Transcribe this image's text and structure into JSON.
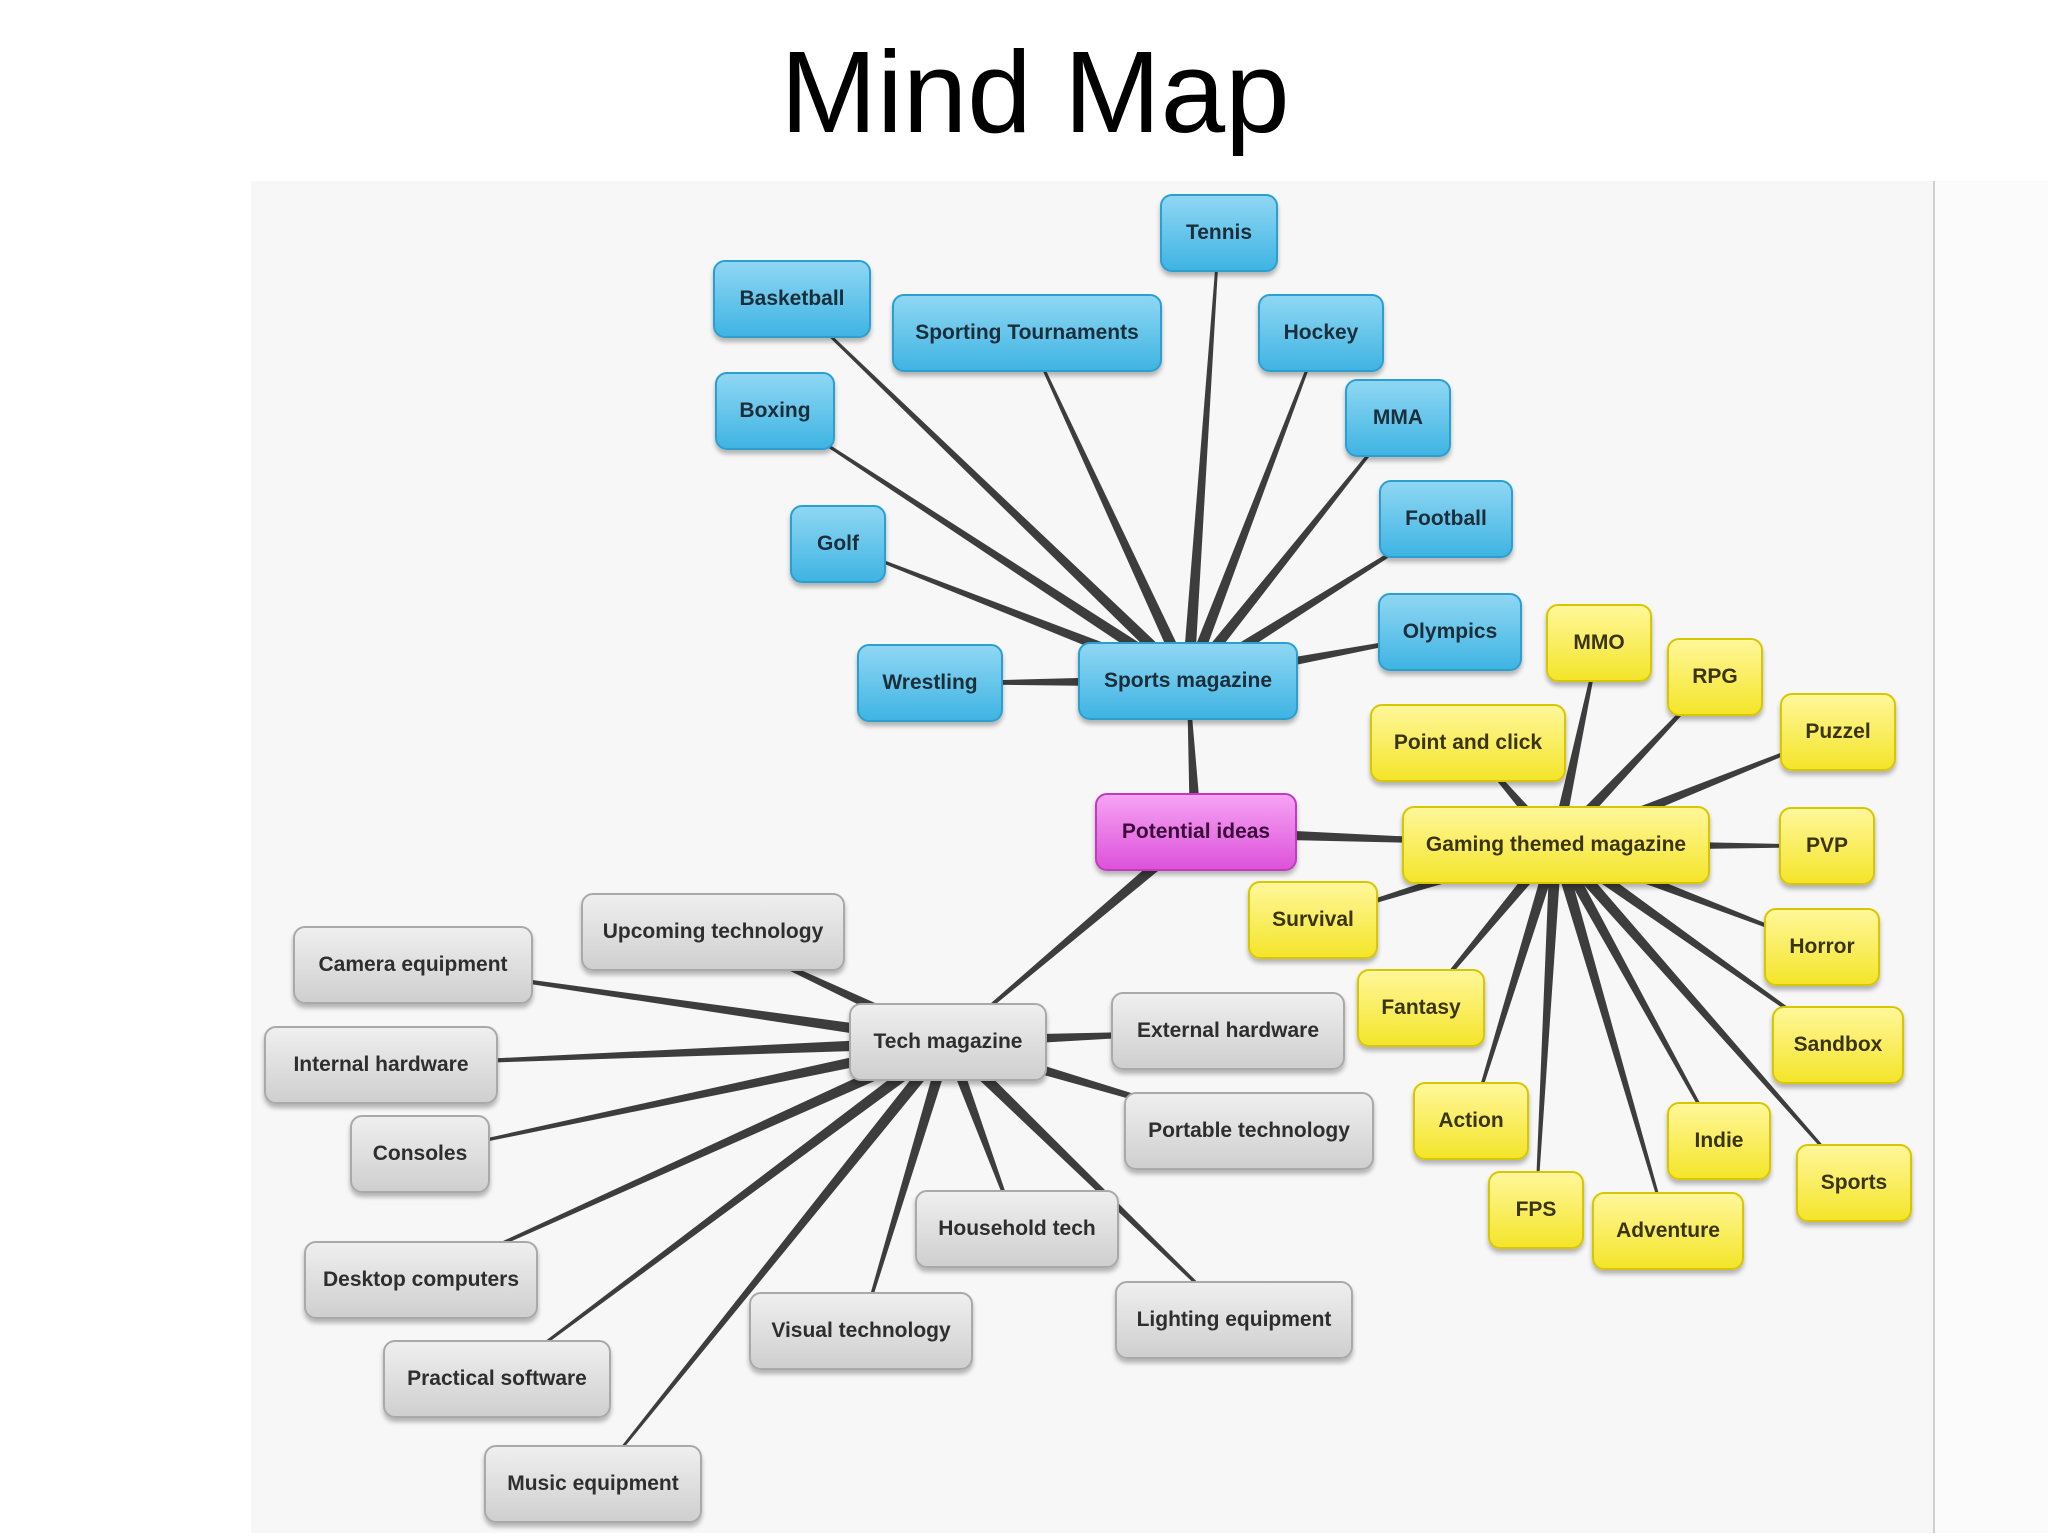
{
  "title": "Mind Map",
  "colors": {
    "sports": "#4dbbe8",
    "gaming": "#f7ea3a",
    "tech": "#d6d6d6",
    "root": "#e063dd",
    "edge": "#3d3d3d",
    "panel": "#f7f7f7"
  },
  "diagram": {
    "root": "Potential ideas",
    "branches": [
      {
        "label": "Sports magazine",
        "theme": "blue",
        "children": [
          "Tennis",
          "Basketball",
          "Sporting Tournaments",
          "Hockey",
          "Boxing",
          "MMA",
          "Golf",
          "Football",
          "Olympics",
          "Wrestling"
        ]
      },
      {
        "label": "Gaming themed magazine",
        "theme": "yellow",
        "children": [
          "MMO",
          "RPG",
          "Point and click",
          "Puzzel",
          "PVP",
          "Survival",
          "Horror",
          "Fantasy",
          "Sandbox",
          "Action",
          "Indie",
          "Sports",
          "FPS",
          "Adventure"
        ]
      },
      {
        "label": "Tech magazine",
        "theme": "gray",
        "children": [
          "Upcoming technology",
          "Camera equipment",
          "External hardware",
          "Internal hardware",
          "Portable technology",
          "Consoles",
          "Household tech",
          "Desktop computers",
          "Lighting equipment",
          "Visual technology",
          "Practical software",
          "Music equipment"
        ]
      }
    ]
  }
}
